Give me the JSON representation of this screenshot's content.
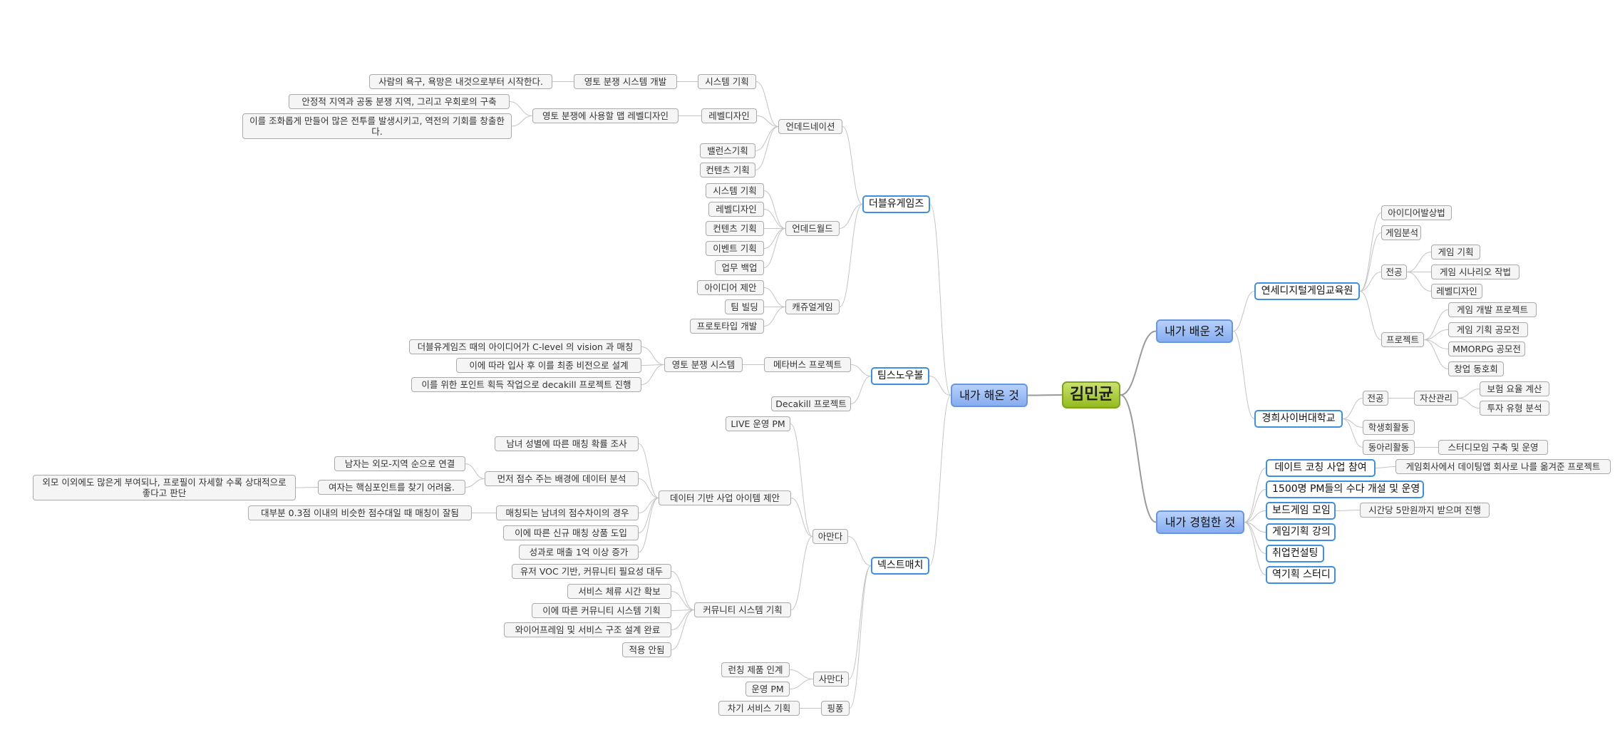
{
  "root": "김민균",
  "branches": {
    "done": "내가 해온 것",
    "learned": "내가 배운 것",
    "experienced": "내가 경험한 것"
  },
  "done": {
    "wblue": {
      "label": "더블유게임즈",
      "undead_nation": {
        "label": "언데드네이션",
        "system_plan": "시스템 기획",
        "territory_system": "영토 분쟁 시스템 개발",
        "desire": "사람의 욕구, 욕망은 내것으로부터 시작한다.",
        "level_design": "레벨디자인",
        "territory_map": "영토 분쟁에 사용할 맵 레벨디자인",
        "stable_zone": "안정적 지역과 공동 분쟁 지역, 그리고 우회로의 구축",
        "harmony": "이를 조화롭게 만들어 많은 전투를 발생시키고, 역전의 기회를 창출한다.",
        "balance": "밸런스기획",
        "contents": "컨텐츠 기획"
      },
      "undead_world": {
        "label": "언데드월드",
        "system_plan": "시스템 기획",
        "level_design": "레벨디자인",
        "contents": "컨텐츠 기획",
        "event": "이벤트 기획",
        "backup": "업무 백업"
      },
      "casual": {
        "label": "캐쥬얼게임",
        "idea": "아이디어 제안",
        "team": "팀 빌딩",
        "prototype": "프로토타입 개발"
      }
    },
    "teamsnowball": {
      "label": "팀스노우볼",
      "metaverse": "메타버스 프로젝트",
      "territory": "영토 분쟁 시스템",
      "vision_match": "더블유게임즈 때의 아이디어가 C-level 의 vision 과 매칭",
      "final_vision": "이에 따라 입사 후 이를 최종 비전으로 설계",
      "decakill_point": "이를 위한 포인트 획득 작업으로 decakill 프로젝트 진행",
      "decakill": "Decakill 프로젝트"
    },
    "nextmatch": {
      "label": "넥스트매치",
      "live_pm": "LIVE 운영 PM",
      "amanda": {
        "label": "아만다",
        "data_item": "데이터 기반 사업 아이템 제안",
        "gender_rate": "남녀 성별에 따른 매칭 확률 조사",
        "male_order": "남자는 외모-지역 순으로 연결",
        "score_bg": "먼저 점수 주는 배경에 데이터 분석",
        "female_hard": "여자는 핵심포인트를 찾기 어려움.",
        "female_note": "외모 이외에도 많은게 부여되나, 프로필이 자세할 수록 상대적으로 좋다고 판단",
        "score_gap": "매칭되는 남녀의 점수차이의 경우",
        "score_note": "대부분 0.3점 이내의 비슷한 점수대일 때 매칭이 잘됨",
        "new_product": "이에 따른 신규 매칭 상품 도입",
        "sales": "성과로 매출 1억 이상 증가",
        "community": "커뮤니티 시스템 기획",
        "voc": "유저 VOC 기반, 커뮤니티 필요성 대두",
        "dwell": "서비스 체류 시간 확보",
        "community_plan": "이에 따른 커뮤니티 시스템 기획",
        "wireframe": "와이어프레임 및 서비스 구조 설계 완료",
        "not_applied": "적용 안됨"
      },
      "samanda": {
        "label": "사만다",
        "handover": "런칭 제품 인계",
        "ops_pm": "운영 PM"
      },
      "pingpong": {
        "label": "핑퐁",
        "next_service": "차기 서비스 기획"
      }
    }
  },
  "learned": {
    "yonsei": {
      "label": "연세디지털게임교육원",
      "idea_method": "아이디어발상법",
      "game_analysis": "게임분석",
      "major": "전공",
      "game_plan": "게임 기획",
      "scenario": "게임 시나리오 작법",
      "level_design": "레벨디자인",
      "project": "프로젝트",
      "dev_project": "게임 개발 프로젝트",
      "contest": "게임 기획 공모전",
      "mmorpg": "MMORPG 공모전",
      "startup": "창업 동호회"
    },
    "kyunghee": {
      "label": "경희사이버대학교",
      "major": "전공",
      "asset": "자산관리",
      "insurance": "보험 요율 계산",
      "invest": "투자 유형 분석",
      "student": "학생회활동",
      "club": "동아리활동",
      "study": "스터디모임 구축 및 운영"
    }
  },
  "experienced": {
    "dating": "데이트 코칭 사업 참여",
    "dating_note": "게임회사에서 데이팅앱 회사로 나를 옮겨준 프로젝트",
    "chat": "1500명 PM들의 수다 개설 및 운영",
    "board": "보드게임 모임",
    "board_note": "시간당 5만원까지 받으며 진행",
    "lecture": "게임기획 강의",
    "consult": "취업컨설팅",
    "reverse": "역기획 스터디"
  }
}
